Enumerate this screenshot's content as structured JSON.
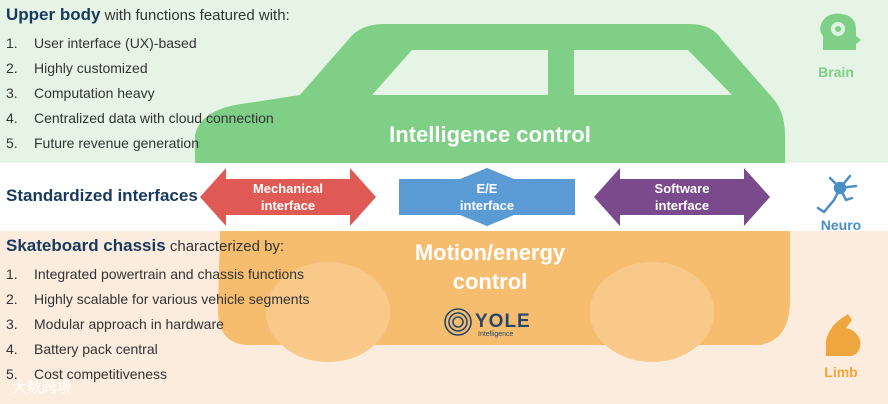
{
  "upper_body": {
    "heading_bold": "Upper body",
    "heading_rest": " with functions featured with:",
    "items": [
      {
        "num": "1.",
        "text": "User interface (UX)-based"
      },
      {
        "num": "2.",
        "text": "Highly customized"
      },
      {
        "num": "3.",
        "text": "Computation heavy"
      },
      {
        "num": "4.",
        "text": "Centralized data with cloud connection"
      },
      {
        "num": "5.",
        "text": "Future revenue generation"
      }
    ]
  },
  "intelligence_label": "Intelligence control",
  "interfaces": {
    "title": "Standardized interfaces",
    "arrows": [
      {
        "line1": "Mechanical",
        "line2": "interface",
        "color": "#e05a55"
      },
      {
        "line1": "E/E",
        "line2": "interface",
        "color": "#5b9bd5"
      },
      {
        "line1": "Software",
        "line2": "interface",
        "color": "#7a4a8c"
      }
    ]
  },
  "chassis": {
    "heading_bold": "Skateboard chassis",
    "heading_rest": " characterized by:",
    "items": [
      {
        "num": "1.",
        "text": "Integrated powertrain and chassis functions"
      },
      {
        "num": "2.",
        "text": "Highly scalable for various vehicle segments"
      },
      {
        "num": "3.",
        "text": "Modular approach in hardware"
      },
      {
        "num": "4.",
        "text": "Battery pack central"
      },
      {
        "num": "5.",
        "text": "Cost competitiveness"
      }
    ]
  },
  "motion_label_line1": "Motion/energy",
  "motion_label_line2": "control",
  "logo_text": "YOLE",
  "logo_sub": "Intelligence",
  "side_labels": {
    "brain": "Brain",
    "neuro": "Neuro",
    "limb": "Limb"
  },
  "watermark": "大数跨境",
  "colors": {
    "green_band": "#e5f4e4",
    "green_car": "#7fcf86",
    "orange_band": "#fcecde",
    "orange_car": "#f6bd6e",
    "navy": "#173a5e",
    "brain_green": "#7fcf86",
    "neuro_blue": "#4a8ec6",
    "limb_orange": "#f0a63e"
  }
}
